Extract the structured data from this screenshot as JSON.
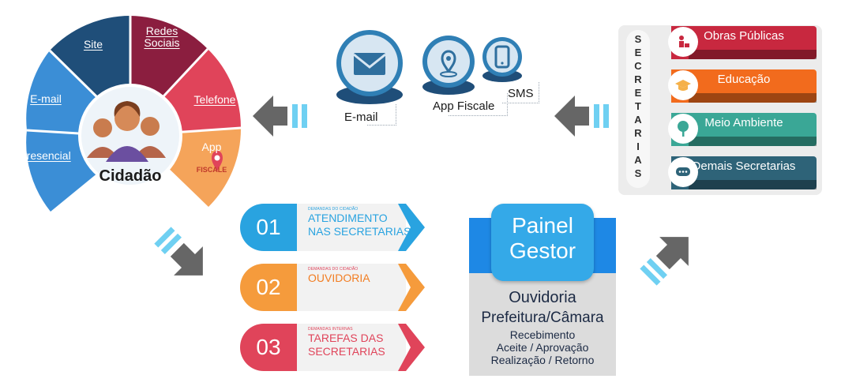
{
  "wheel": {
    "center_label": "Cidadão",
    "segments": {
      "site": "Site",
      "redes_sociais_1": "Redes",
      "redes_sociais_2": "Sociais",
      "email": "E-mail",
      "telefone": "Telefone",
      "presencial": "Presencial",
      "app": "App",
      "fiscale": "FISCALE"
    },
    "colors": {
      "navy": "#1f4e79",
      "blue": "#3b8ed6",
      "maroon": "#8b1e3f",
      "red": "#e0445a",
      "orange": "#f5a45a",
      "center": "#eaf2f8"
    }
  },
  "channels": {
    "email_label": "E-mail",
    "app_label": "App Fiscale",
    "sms_label": "SMS",
    "icons": [
      "envelope-icon",
      "location-pin-icon",
      "mobile-phone-icon"
    ]
  },
  "secretarias": {
    "vertical_letters": [
      "S",
      "E",
      "C",
      "R",
      "E",
      "T",
      "A",
      "R",
      "I",
      "A",
      "S"
    ],
    "items": [
      {
        "label": "Obras Públicas",
        "color": "#c8283f",
        "icon": "construction-icon"
      },
      {
        "label": "Educação",
        "color": "#f26b1d",
        "icon": "graduation-cap-icon"
      },
      {
        "label": "Meio Ambiente",
        "color": "#3aa796",
        "icon": "tree-icon"
      },
      {
        "label": "Demais Secretarias",
        "color": "#2e6378",
        "icon": "chat-bubble-icon"
      }
    ]
  },
  "demands": [
    {
      "number": "01",
      "small": "DEMANDAS DO CIDADÃO",
      "title_1": "ATENDIMENTO",
      "title_2": "NAS SECRETARIAS",
      "color": "#29a3e0"
    },
    {
      "number": "02",
      "small": "DEMANDAS DO CIDADÃO",
      "title_1": "OUVIDORIA",
      "title_2": "",
      "color": "#f59b3c"
    },
    {
      "number": "03",
      "small": "DEMANDAS INTERNAS",
      "title_1": "TAREFAS DAS",
      "title_2": "SECRETARIAS",
      "color": "#e0445a"
    }
  ],
  "painel": {
    "badge_1": "Painel",
    "badge_2": "Gestor",
    "line1": "Ouvidoria",
    "line2": "Prefeitura/Câmara",
    "line3": "Recebimento",
    "line4": "Aceite / Aprovação",
    "line5": "Realização / Retorno"
  },
  "arrow_color": "#666666",
  "arrow_stripe_color": "#6fd0f2"
}
